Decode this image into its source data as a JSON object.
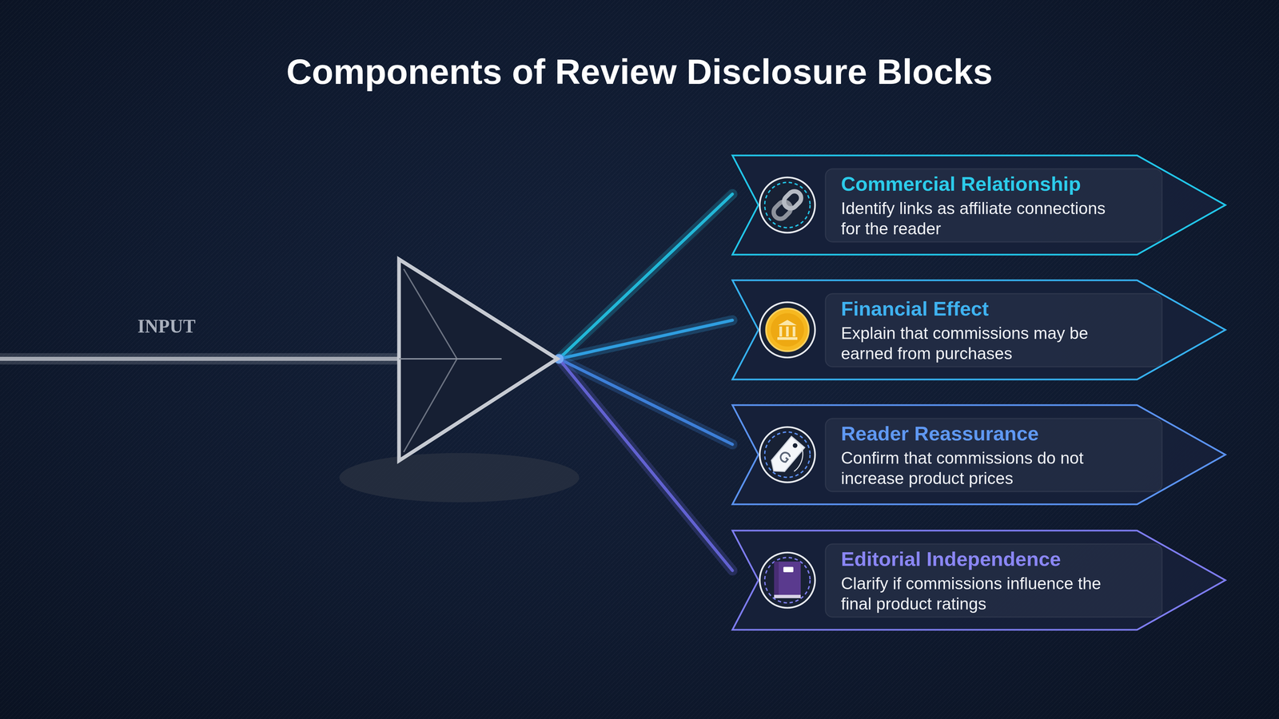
{
  "diagram": {
    "title": "Components of Review Disclosure Blocks",
    "nodes": [
      {
        "text": [
          "Commercial Relationship",
          "Identify links as affiliate connections for the reader"
        ]
      },
      {
        "text": [
          "Financial Effect",
          "Explain that commissions may be earned from purchases"
        ]
      },
      {
        "text": [
          "Reader Reassurance",
          "Confirm that commissions do not increase product prices"
        ]
      },
      {
        "text": [
          "Editorial Independence",
          "Clarify if commissions influence the final product ratings"
        ]
      }
    ],
    "labels": [
      "INPUT"
    ]
  }
}
